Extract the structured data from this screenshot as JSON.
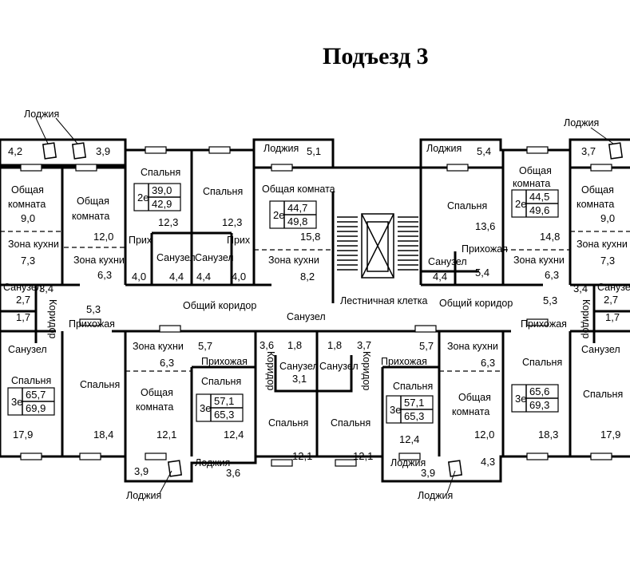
{
  "title": "Подъезд 3",
  "labels": {
    "loggia": "Лоджия",
    "bedroom": "Спальня",
    "common_room": "Общая комната",
    "common_room_1": "Общая",
    "common_room_2": "комната",
    "kitchen_zone": "Зона кухни",
    "bathroom": "Санузел",
    "hallway": "Прихожая",
    "hallway_short": "Прих",
    "corridor": "Коридор",
    "common_corridor": "Общий коридор",
    "staircase": "Лестничная клетка"
  },
  "areas": {
    "a1": "4,2",
    "a2": "3,9",
    "a3": "9,0",
    "a4": "12,0",
    "a5": "7,3",
    "a6": "6,3",
    "a7": "4,0",
    "a8": "3,4",
    "a9": "2,7",
    "a10": "1,7",
    "a11": "5,3",
    "b1": "12,3",
    "b2": "4,4",
    "b3": "12,3",
    "b4": "4,4",
    "b5": "4,0",
    "c1": "5,1",
    "c2": "15,8",
    "c3": "8,2",
    "d1": "5,4",
    "d2": "13,6",
    "d3": "4,4",
    "d4": "5,4",
    "e1": "14,8",
    "e2": "6,3",
    "e3": "3,7",
    "e4": "9,0",
    "e5": "7,3",
    "e6": "3,4",
    "e7": "2,7",
    "e8": "5,3",
    "e9": "1,7",
    "f1": "17,9",
    "f2": "18,4",
    "f3": "5,7",
    "f4": "6,3",
    "f5": "12,1",
    "f6": "3,9",
    "g1": "12,4",
    "g2": "3,6",
    "g3": "3,6",
    "g4": "1,8",
    "g5": "1,8",
    "g6": "3,7",
    "g7": "3,1",
    "g8": "12,1",
    "g9": "12,1",
    "h1": "12,4",
    "h2": "3,9",
    "h3": "5,7",
    "h4": "6,3",
    "h5": "12,0",
    "h6": "4,3",
    "h7": "18,3",
    "h8": "17,9"
  },
  "apartments": [
    {
      "rooms": "2е",
      "living": "39,0",
      "total": "42,9"
    },
    {
      "rooms": "2е",
      "living": "44,7",
      "total": "49,8"
    },
    {
      "rooms": "2е",
      "living": "44,5",
      "total": "49,6"
    },
    {
      "rooms": "3е",
      "living": "65,7",
      "total": "69,9"
    },
    {
      "rooms": "3е",
      "living": "57,1",
      "total": "65,3"
    },
    {
      "rooms": "3е",
      "living": "57,1",
      "total": "65,3"
    },
    {
      "rooms": "3е",
      "living": "65,6",
      "total": "69,3"
    }
  ]
}
